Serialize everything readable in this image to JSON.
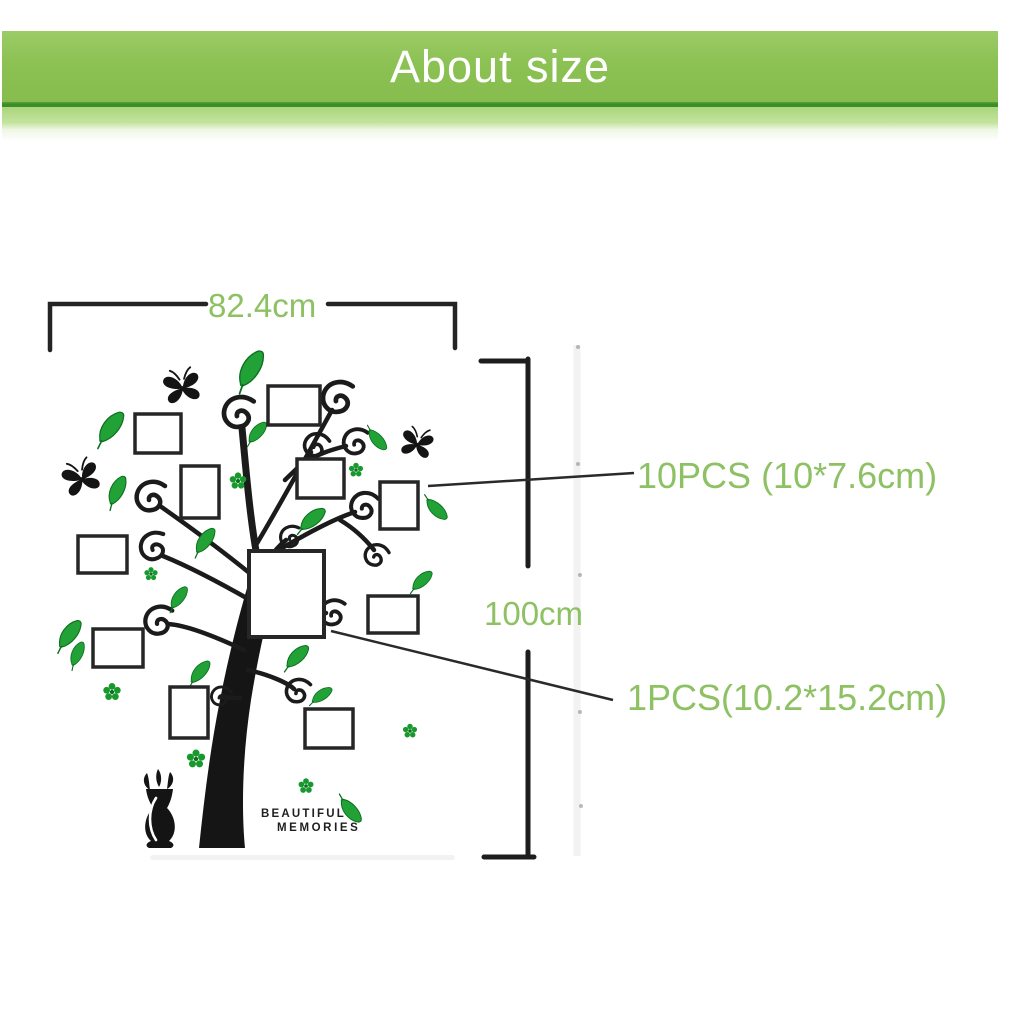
{
  "banner": {
    "title": "About size",
    "color_main": "#8cc153",
    "color_dark_line": "#3c8e26",
    "color_light_strip": "#aad57c",
    "text_color": "#ffffff"
  },
  "diagram": {
    "width_dimension": "82.4cm",
    "height_dimension": "100cm",
    "callout_small_frames": "10PCS (10*7.6cm)",
    "callout_large_frame": "1PCS(10.2*15.2cm)",
    "sticker_text": {
      "line1": "BEAUTIFUL",
      "line2": "MEMORIES"
    },
    "colors": {
      "label_green": "#8dc163",
      "leaf_green": "#21a136",
      "flower_green": "#18992e",
      "ink_black": "#1c1c1c"
    }
  }
}
